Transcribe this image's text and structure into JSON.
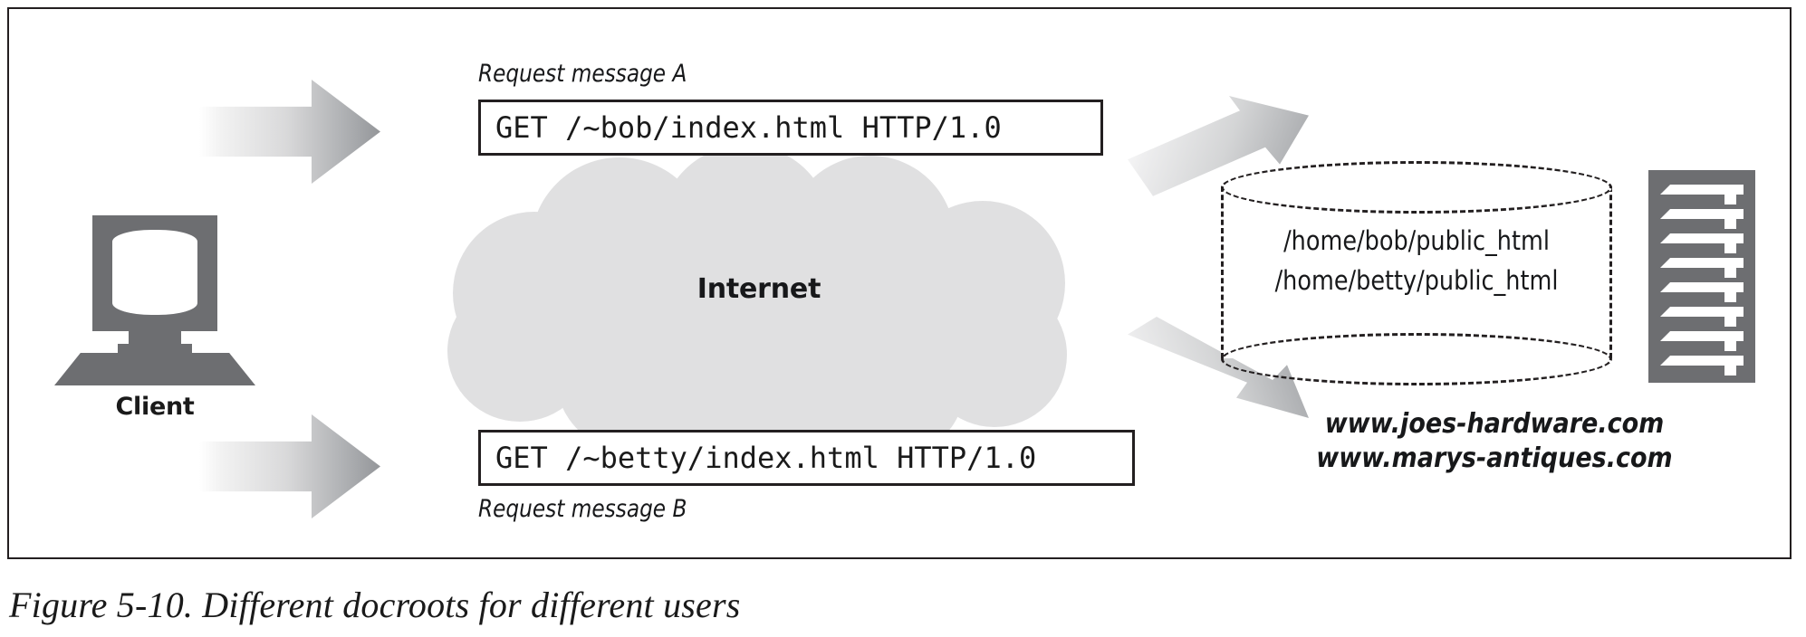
{
  "figure": {
    "caption": "Figure 5-10. Different docroots for different users"
  },
  "client": {
    "label": "Client",
    "icon": "desktop-computer-icon"
  },
  "network": {
    "label": "Internet",
    "icon": "cloud-icon"
  },
  "messages": [
    {
      "caption": "Request message A",
      "text": "GET /~bob/index.html HTTP/1.0"
    },
    {
      "caption": "Request message B",
      "text": "GET /~betty/index.html HTTP/1.0"
    }
  ],
  "server": {
    "icon": "server-rack-icon",
    "docroot_icon": "database-cylinder-icon",
    "docroots": [
      "/home/bob/public_html",
      "/home/betty/public_html"
    ],
    "domains": [
      "www.joes-hardware.com",
      "www.marys-antiques.com"
    ]
  },
  "colors": {
    "device_gray": "#6d6e71",
    "cloud_gray": "#e0e0e1",
    "outline": "#231f20",
    "text": "#17181a",
    "background": "#ffffff"
  }
}
